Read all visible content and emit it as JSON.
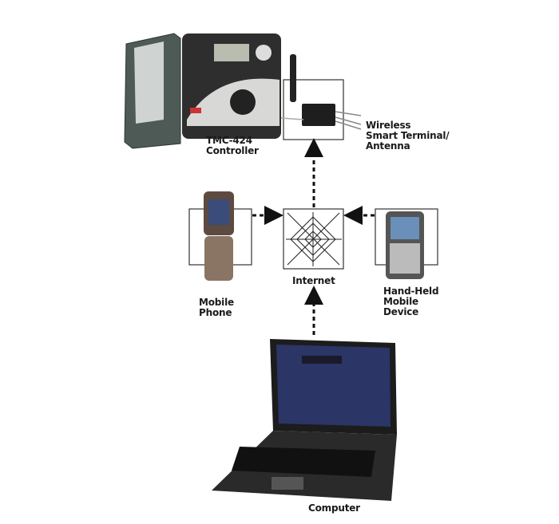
{
  "labels": {
    "controller": [
      "TMC-424",
      "Controller"
    ],
    "antenna": [
      "Wireless",
      "Smart Terminal/",
      "Antenna"
    ],
    "internet": "Internet",
    "mobile_phone": [
      "Mobile",
      "Phone"
    ],
    "handheld": [
      "Hand-Held",
      "Mobile",
      "Device"
    ],
    "computer": "Computer"
  },
  "colors": {
    "line": "#222222",
    "device_dark": "#2a2a2a",
    "housing": "#4d5a55",
    "screen": "#2b3566"
  }
}
